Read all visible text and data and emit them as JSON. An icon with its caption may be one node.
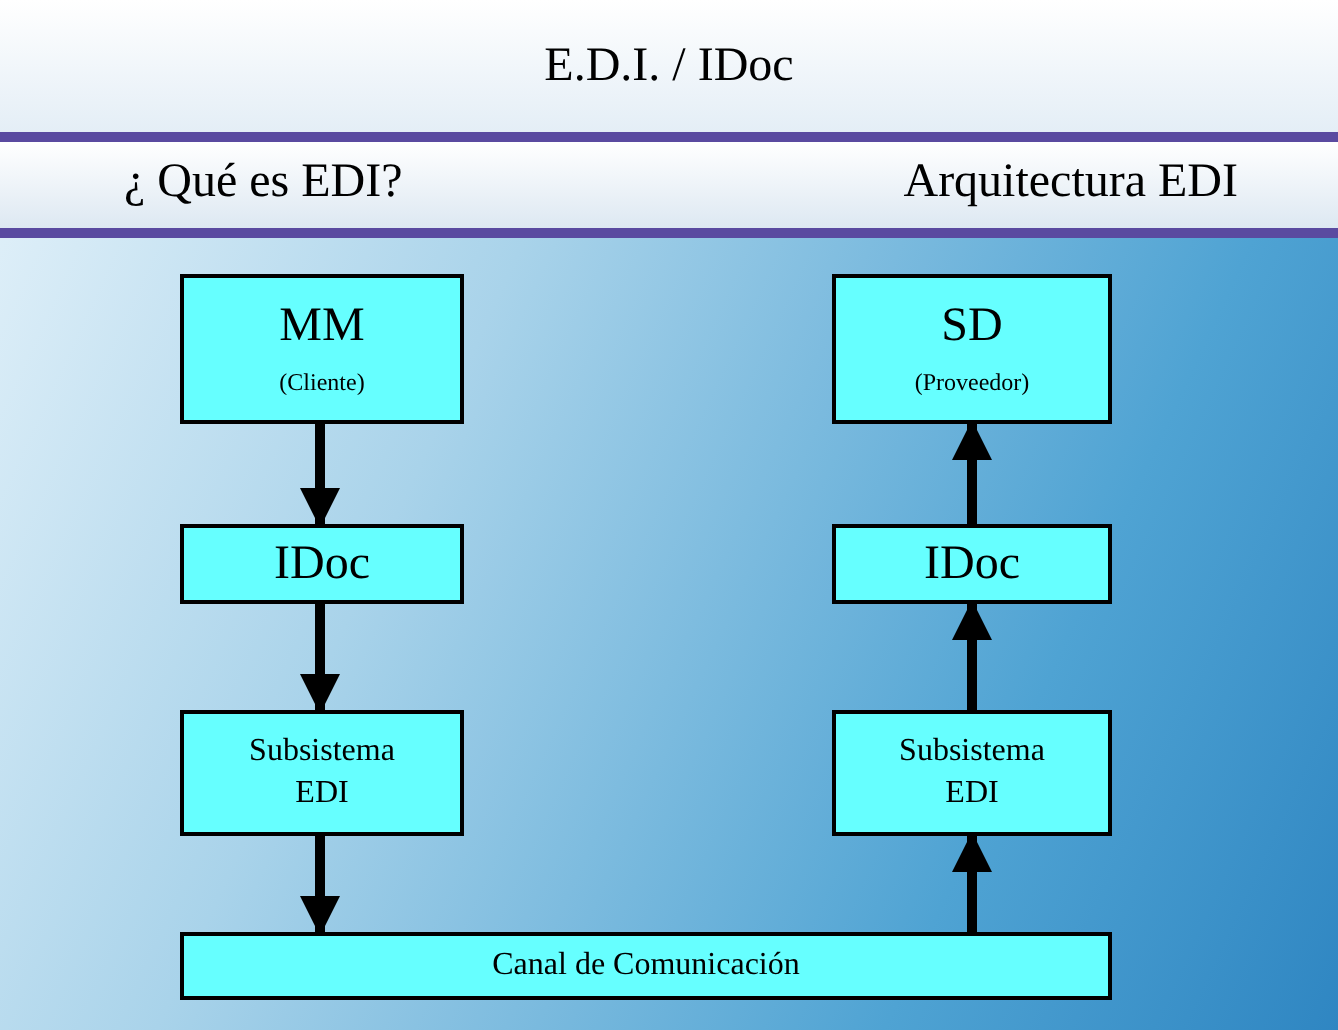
{
  "diagram": {
    "title": "E.D.I. / IDoc",
    "nodes": [
      {
        "text": [
          "MM",
          "(Cliente)"
        ]
      },
      {
        "text": [
          "IDoc"
        ]
      },
      {
        "text": [
          "Subsistema EDI"
        ]
      },
      {
        "text": [
          "SD",
          "(Proveedor)"
        ]
      },
      {
        "text": [
          "IDoc"
        ]
      },
      {
        "text": [
          "Subsistema EDI"
        ]
      },
      {
        "text": [
          "Canal de Comunicación"
        ]
      }
    ],
    "edges": [
      {
        "from": 0,
        "to": 1,
        "arrow": "to"
      },
      {
        "from": 1,
        "to": 2,
        "arrow": "to"
      },
      {
        "from": 2,
        "to": 6,
        "arrow": "to"
      },
      {
        "from": 6,
        "to": 5,
        "arrow": "to"
      },
      {
        "from": 5,
        "to": 4,
        "arrow": "to"
      },
      {
        "from": 4,
        "to": 3,
        "arrow": "to"
      }
    ],
    "labels": [
      "¿ Qué es EDI?",
      "Arquitectura EDI"
    ]
  }
}
